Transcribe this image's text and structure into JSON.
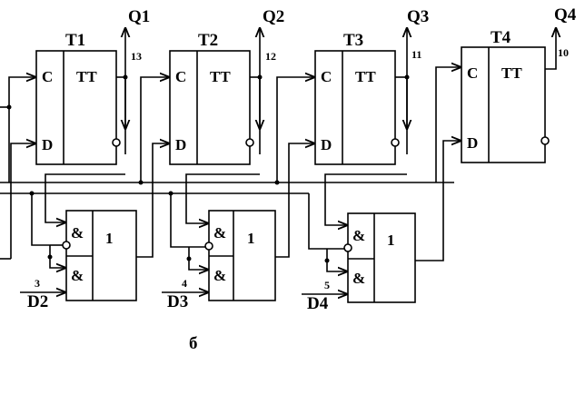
{
  "figure_label": "б",
  "colors": {
    "line": "#000000",
    "background": "#ffffff"
  },
  "flipflops": [
    {
      "id": "T1",
      "label": "T1",
      "type": "TT",
      "clock": "C",
      "data": "D",
      "output": "Q1",
      "pin": "13"
    },
    {
      "id": "T2",
      "label": "T2",
      "type": "TT",
      "clock": "C",
      "data": "D",
      "output": "Q2",
      "pin": "12"
    },
    {
      "id": "T3",
      "label": "T3",
      "type": "TT",
      "clock": "C",
      "data": "D",
      "output": "Q3",
      "pin": "11"
    },
    {
      "id": "T4",
      "label": "T4",
      "type": "TT",
      "clock": "C",
      "data": null,
      "output": "Q4",
      "pin": "10"
    }
  ],
  "gates": [
    {
      "and_top": "&",
      "and_bottom": "&",
      "or": "1",
      "input_pin": "3",
      "input": "D2"
    },
    {
      "and_top": "&",
      "and_bottom": "&",
      "or": "1",
      "input_pin": "4",
      "input": "D3"
    },
    {
      "and_top": "&",
      "and_bottom": "&",
      "or": "1",
      "input_pin": "5",
      "input": "D4"
    }
  ]
}
